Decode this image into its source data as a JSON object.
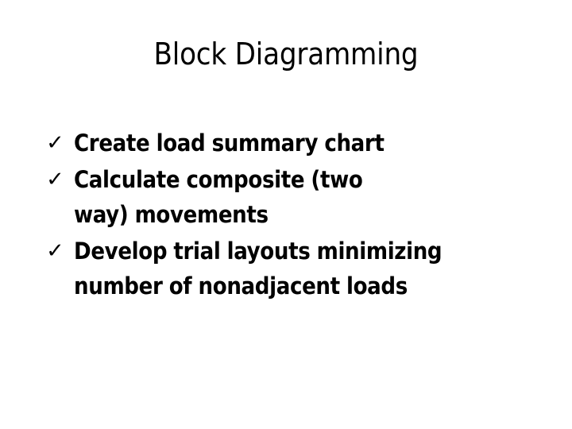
{
  "slide": {
    "title": "Block Diagramming",
    "background_color": "#ffffff",
    "text_color": "#000000",
    "bullet_glyph": "✓",
    "bullet_icon_name": "checkmark-icon",
    "bullets": [
      {
        "text": "Create load summary chart"
      },
      {
        "text": "Calculate composite (two way) movements"
      },
      {
        "text": "Develop trial layouts minimizing number of nonadjacent loads"
      }
    ]
  }
}
